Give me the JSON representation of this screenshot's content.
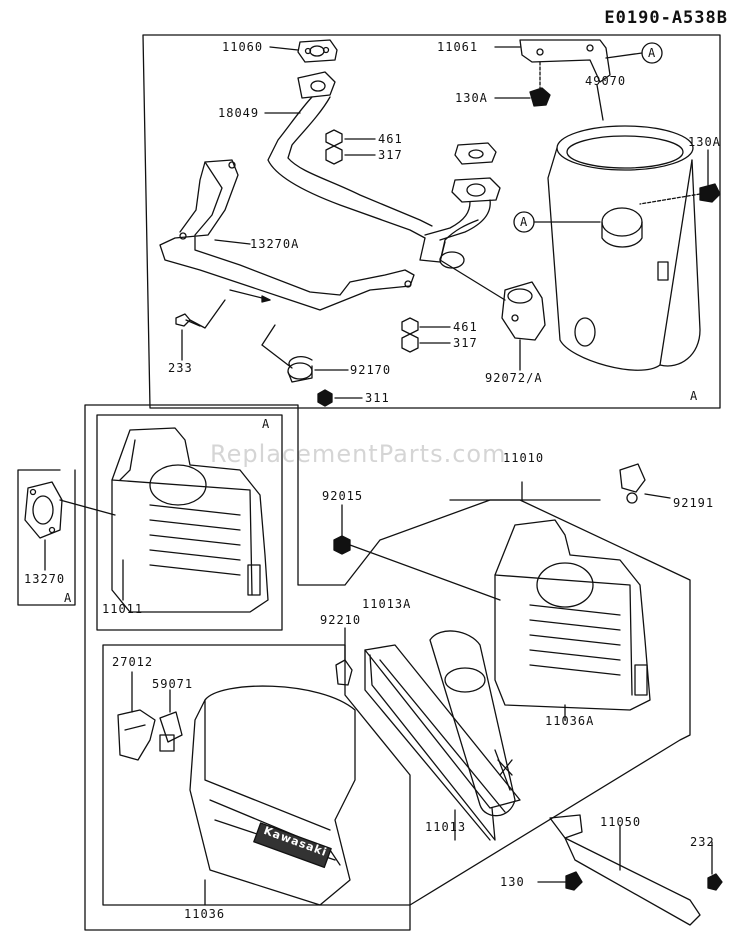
{
  "diagram_id": "E0190-A538B",
  "watermark": "ReplacementParts.com",
  "labels": {
    "p11060": "11060",
    "p11061": "11061",
    "p49070": "49070",
    "p130a_top": "130A",
    "p130a_right": "130A",
    "p18049": "18049",
    "p461_top": "461",
    "p317_top": "317",
    "p13270a": "13270A",
    "p233": "233",
    "p461_bot": "461",
    "p317_bot": "317",
    "p92170": "92170",
    "p92072a": "92072/A",
    "p311": "311",
    "ref_a_box1": "A",
    "ref_a_box2": "A",
    "ref_a_circle1": "A",
    "ref_a_circle2": "A",
    "p13270": "13270",
    "ref_a_13270": "A",
    "p11011": "11011",
    "p92015": "92015",
    "p11010": "11010",
    "p92191": "92191",
    "p92210": "92210",
    "p11013a": "11013A",
    "p11036a": "11036A",
    "p27012": "27012",
    "p59071": "59071",
    "p11013": "11013",
    "p11050": "11050",
    "p232": "232",
    "p130": "130",
    "p11036": "11036",
    "brand": "Kawasaki"
  }
}
